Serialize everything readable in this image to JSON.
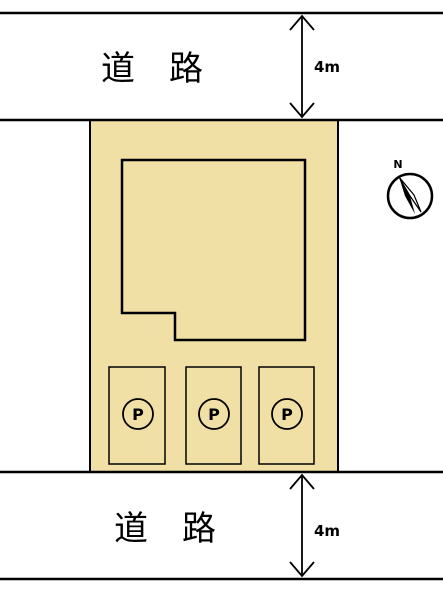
{
  "roads": {
    "top": {
      "label": "道　路",
      "width_label": "4m"
    },
    "bottom": {
      "label": "道　路",
      "width_label": "4m"
    }
  },
  "parking": {
    "spaces": [
      {
        "label": "P"
      },
      {
        "label": "P"
      },
      {
        "label": "P"
      }
    ]
  },
  "compass": {
    "north_label": "N"
  },
  "colors": {
    "lot_fill": "#f1e0a6",
    "line": "#000000",
    "background": "#ffffff"
  }
}
